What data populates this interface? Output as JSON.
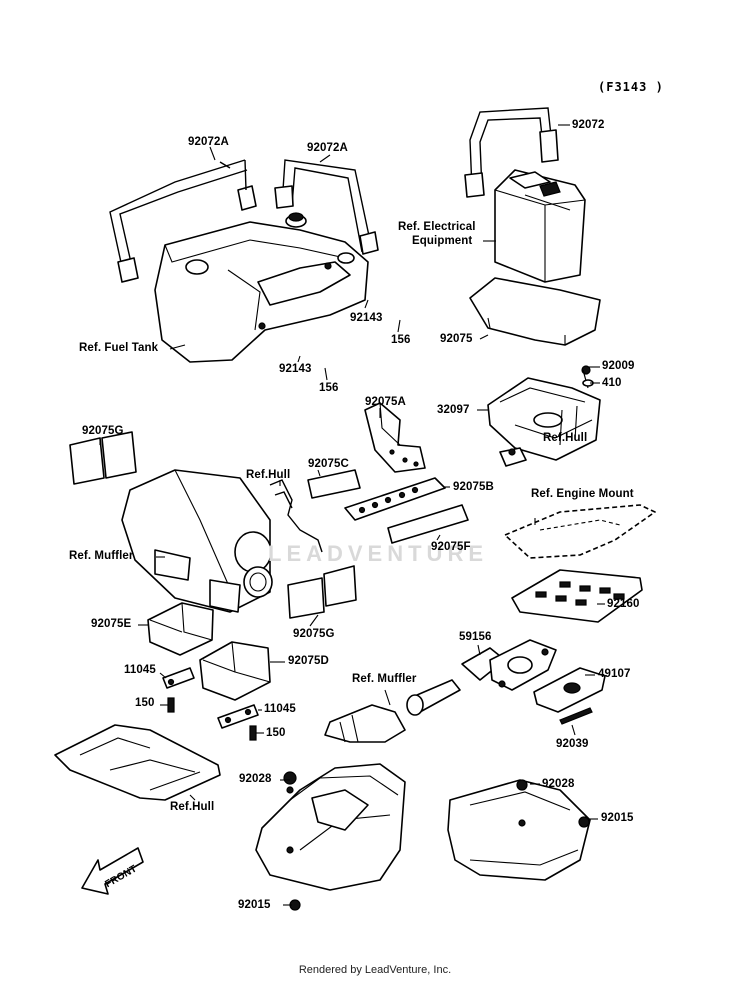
{
  "diagram": {
    "code": "(F3143 )",
    "watermark": "LEADVENTURE",
    "footer": "Rendered by LeadVenture, Inc.",
    "front_label": "FRONT",
    "labels": {
      "p92072": "92072",
      "p92072A_1": "92072A",
      "p92072A_2": "92072A",
      "ref_electrical_1": "Ref. Electrical",
      "ref_electrical_2": "Equipment",
      "ref_fuel_tank": "Ref. Fuel Tank",
      "p92143_1": "92143",
      "p156_1": "156",
      "p92143_2": "92143",
      "p156_2": "156",
      "p92075": "92075",
      "p92009": "92009",
      "p410": "410",
      "p32097": "32097",
      "p92075A": "92075A",
      "p92075G_1": "92075G",
      "ref_hull_1": "Ref.Hull",
      "p92075C": "92075C",
      "ref_hull_2": "Ref.Hull",
      "p92075B": "92075B",
      "ref_engine_mount": "Ref. Engine Mount",
      "ref_muffler_1": "Ref. Muffler",
      "p92075F": "92075F",
      "p92160": "92160",
      "p92075E": "92075E",
      "p92075G_2": "92075G",
      "p59156": "59156",
      "p11045_1": "11045",
      "p92075D": "92075D",
      "ref_muffler_2": "Ref. Muffler",
      "p49107": "49107",
      "p150_1": "150",
      "p11045_2": "11045",
      "p150_2": "150",
      "p92039": "92039",
      "p92028_1": "92028",
      "p92028_2": "92028",
      "p92015_1": "92015",
      "ref_hull_3": "Ref.Hull",
      "p92015_2": "92015"
    }
  }
}
